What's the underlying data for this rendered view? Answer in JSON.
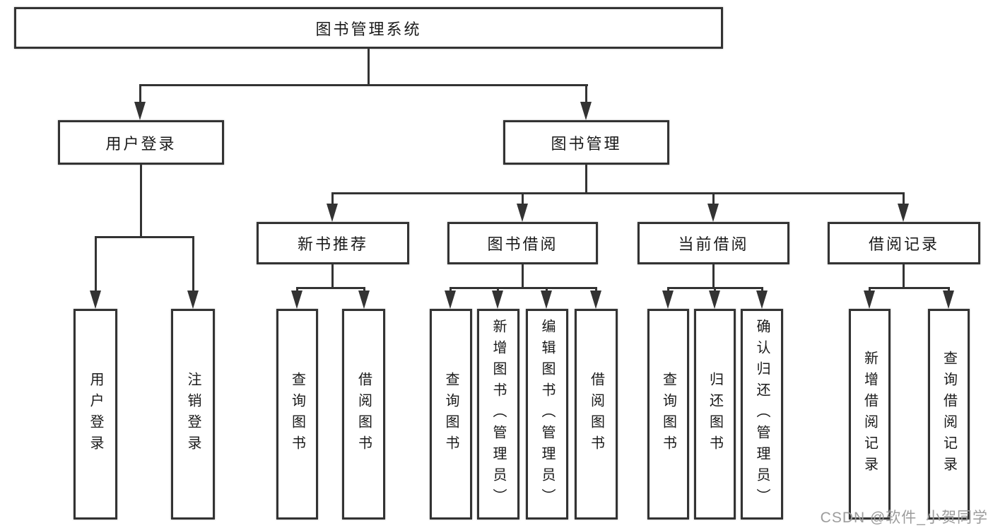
{
  "diagram": {
    "type": "org-tree",
    "colors": {
      "background": "#ffffff",
      "box_fill": "#ffffff",
      "box_border": "#333333",
      "line": "#333333",
      "text": "#1a1a1a",
      "watermark": "#9c9c9c"
    },
    "tree": {
      "label": "图书管理系统",
      "children": [
        {
          "label": "用户登录",
          "children": [
            {
              "label": "用户登录"
            },
            {
              "label": "注销登录"
            }
          ]
        },
        {
          "label": "图书管理",
          "children": [
            {
              "label": "新书推荐",
              "children": [
                {
                  "label": "查询图书"
                },
                {
                  "label": "借阅图书"
                }
              ]
            },
            {
              "label": "图书借阅",
              "children": [
                {
                  "label": "查询图书"
                },
                {
                  "label": "新增图书（管理员）"
                },
                {
                  "label": "编辑图书（管理员）"
                },
                {
                  "label": "借阅图书"
                }
              ]
            },
            {
              "label": "当前借阅",
              "children": [
                {
                  "label": "查询图书"
                },
                {
                  "label": "归还图书"
                },
                {
                  "label": "确认归还（管理员）"
                }
              ]
            },
            {
              "label": "借阅记录",
              "children": [
                {
                  "label": "新增借阅记录"
                },
                {
                  "label": "查询借阅记录"
                }
              ]
            }
          ]
        }
      ]
    }
  },
  "watermark": {
    "text": "CSDN @软件_小贺同学"
  }
}
